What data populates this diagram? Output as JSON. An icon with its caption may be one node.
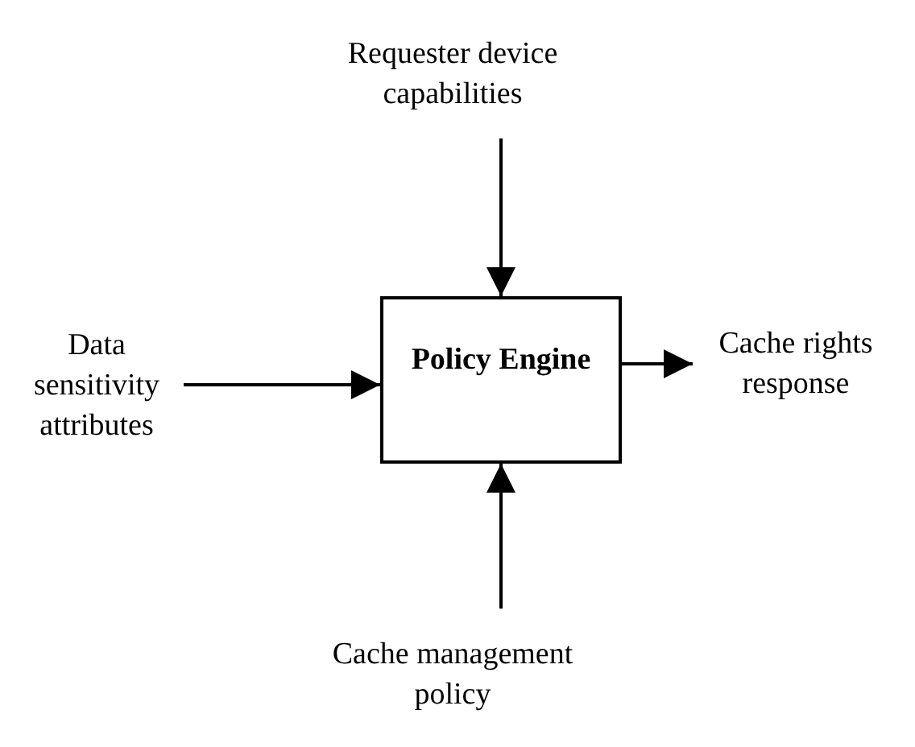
{
  "diagram": {
    "nodes": [
      {
        "text": [
          "Policy Engine"
        ]
      },
      {
        "text": [
          "Requester device capabilities"
        ]
      },
      {
        "text": [
          "Data sensitivity attributes"
        ]
      },
      {
        "text": [
          "Cache rights response"
        ]
      },
      {
        "text": [
          "Cache management policy"
        ]
      }
    ],
    "edges": [
      {
        "from": 1,
        "to": 0,
        "arrow": "to"
      },
      {
        "from": 2,
        "to": 0,
        "arrow": "to"
      },
      {
        "from": 0,
        "to": 3,
        "arrow": "to"
      },
      {
        "from": 4,
        "to": 0,
        "arrow": "to"
      }
    ]
  }
}
